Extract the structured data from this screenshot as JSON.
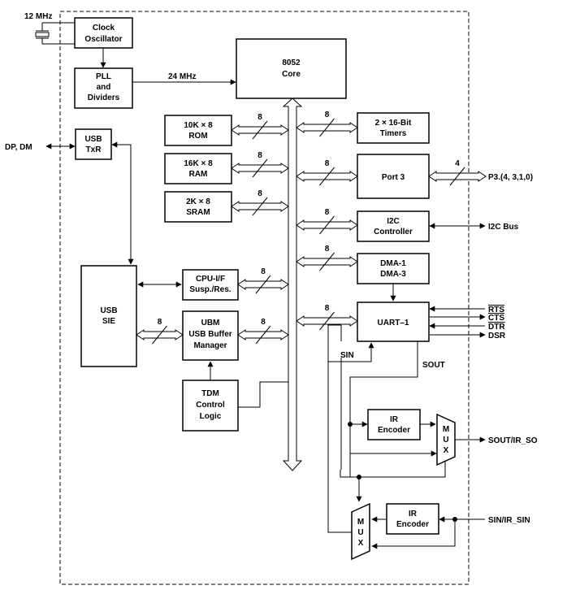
{
  "blocks": {
    "clock_oscillator": [
      "Clock",
      "Oscillator"
    ],
    "pll": [
      "PLL",
      "and",
      "Dividers"
    ],
    "core": [
      "8052",
      "Core"
    ],
    "rom": [
      "10K × 8",
      "ROM"
    ],
    "ram": [
      "16K × 8",
      "RAM"
    ],
    "sram": [
      "2K × 8",
      "SRAM"
    ],
    "timers": [
      "2 × 16-Bit",
      "Timers"
    ],
    "port3": [
      "Port 3"
    ],
    "i2c_controller": [
      "I2C",
      "Controller"
    ],
    "dma": [
      "DMA-1",
      "DMA-3"
    ],
    "uart": [
      "UART–1"
    ],
    "usb_txr": [
      "USB",
      "TxR"
    ],
    "usb_sie": [
      "USB",
      "SIE"
    ],
    "cpu_if": [
      "CPU-I/F",
      "Susp./Res."
    ],
    "ubm": [
      "UBM",
      "USB Buffer",
      "Manager"
    ],
    "tdm": [
      "TDM",
      "Control",
      "Logic"
    ],
    "ir_encoder_top": [
      "IR",
      "Encoder"
    ],
    "ir_encoder_bottom": [
      "IR",
      "Encoder"
    ],
    "mux_top": [
      "M",
      "U",
      "X"
    ],
    "mux_bottom": [
      "M",
      "U",
      "X"
    ]
  },
  "labels": {
    "crystal_freq": "12 MHz",
    "pll_freq": "24 MHz",
    "dp_dm": "DP, DM",
    "p3_pins": "P3.(4, 3,1,0)",
    "i2c_bus": "I2C Bus",
    "rts": "RTS",
    "cts": "CTS",
    "dtr": "DTR",
    "dsr": "DSR",
    "sin": "SIN",
    "sout": "SOUT",
    "sout_ir": "SOUT/IR_SO",
    "sin_ir": "SIN/IR_SIN"
  },
  "bus_widths": {
    "rom": "8",
    "ram": "8",
    "sram": "8",
    "timers": "8",
    "port3_internal": "8",
    "port3_external": "4",
    "i2c": "8",
    "dma": "8",
    "uart": "8",
    "cpu_if": "8",
    "sie_ubm": "8",
    "ubm_core": "8"
  }
}
